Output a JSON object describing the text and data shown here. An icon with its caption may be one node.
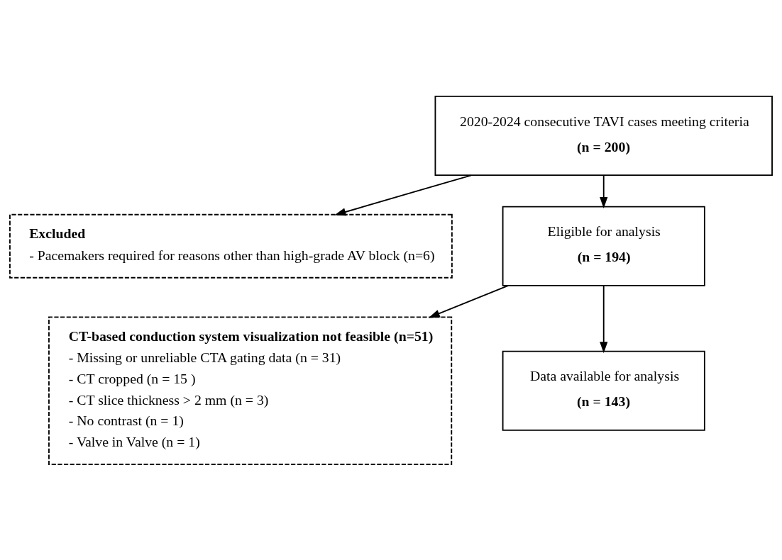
{
  "diagram": {
    "nodes": [
      {
        "text": [
          "2020-2024 consecutive TAVI cases meeting criteria",
          "(n = 200)"
        ]
      },
      {
        "text": [
          "Excluded",
          "- Pacemakers required for reasons other than high-grade AV block (n=6)"
        ]
      },
      {
        "text": [
          "Eligible for analysis",
          "(n = 194)"
        ]
      },
      {
        "text": [
          "CT-based conduction system visualization not feasible (n=51)",
          "- Missing or unreliable CTA gating data (n = 31)",
          "- CT cropped (n = 15 )",
          "- CT slice thickness > 2 mm (n = 3)",
          "- No contrast (n = 1)",
          "- Valve in Valve (n = 1)"
        ]
      },
      {
        "text": [
          "Data available for analysis",
          "(n = 143)"
        ]
      }
    ],
    "edges": [
      {
        "from": 0,
        "to": 2,
        "arrow": "to"
      },
      {
        "from": 0,
        "to": 1,
        "arrow": "to"
      },
      {
        "from": 2,
        "to": 4,
        "arrow": "to"
      },
      {
        "from": 2,
        "to": 3,
        "arrow": "to"
      }
    ]
  }
}
